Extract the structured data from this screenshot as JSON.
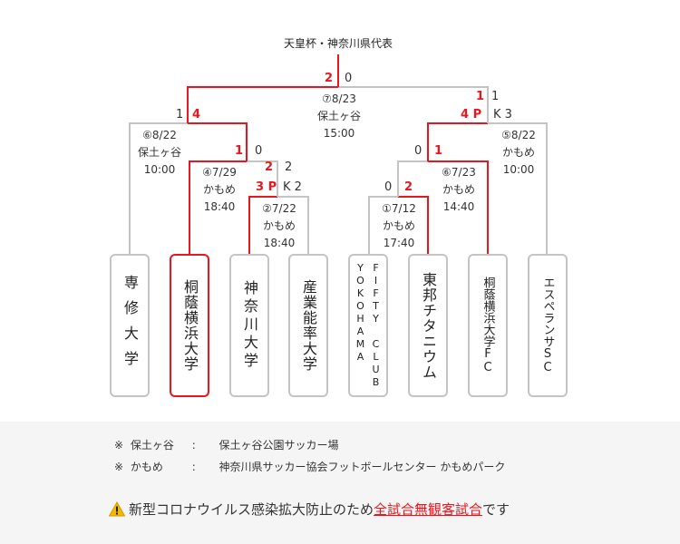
{
  "title": "天皇杯・神奈川県代表",
  "colors": {
    "win": "#e8161e",
    "line": "#c4c4c4",
    "text": "#333333"
  },
  "teams": [
    {
      "name": "専修大学",
      "champion": false
    },
    {
      "name": "桐蔭横浜大学",
      "champion": true
    },
    {
      "name": "神奈川大学",
      "champion": false
    },
    {
      "name": "産業能率大学",
      "champion": false
    },
    {
      "name": "FIFTY CLUB YOKOHAMA",
      "line1": "FIFTY CLUB",
      "line2": "YOKOHAMA",
      "champion": false
    },
    {
      "name": "東邦チタニウム",
      "champion": false
    },
    {
      "name": "桐蔭横浜大学FC",
      "champion": false
    },
    {
      "name": "エスペランサSC",
      "champion": false
    }
  ],
  "matches": {
    "m1": {
      "info": [
        "①7/12",
        "かもめ",
        "17:40"
      ],
      "score_left": "0",
      "score_right": "2"
    },
    "m2": {
      "info": [
        "②7/22",
        "かもめ",
        "18:40"
      ],
      "score_left": "2",
      "score_left_pk": "3 P",
      "score_right": "2",
      "score_right_pk": "K 2"
    },
    "m4": {
      "info": [
        "④7/29",
        "かもめ",
        "18:40"
      ],
      "score_left": "1",
      "score_right": "0"
    },
    "m5": {
      "info": [
        "⑤8/22",
        "かもめ",
        "10:00"
      ],
      "score_left": "1",
      "score_left_pk": "4 P",
      "score_right": "1",
      "score_right_pk": "K 3"
    },
    "m6": {
      "info": [
        "⑥7/23",
        "かもめ",
        "14:40"
      ],
      "score_left": "0",
      "score_right": "1"
    },
    "m6b": {
      "info": [
        "⑥8/22",
        "保土ヶ谷",
        "10:00"
      ],
      "score_left": "1",
      "score_right": "4"
    },
    "m7": {
      "info": [
        "⑦8/23",
        "保土ヶ谷",
        "15:00"
      ],
      "score_left": "2",
      "score_right": "0"
    }
  },
  "legend": [
    {
      "mark": "※",
      "abbr": "保土ヶ谷",
      "sep": ":",
      "full": "保土ヶ谷公園サッカー場"
    },
    {
      "mark": "※",
      "abbr": "かもめ",
      "sep": ":",
      "full": "神奈川県サッカー協会フットボールセンター かもめパーク"
    }
  ],
  "notice": {
    "icon": "warning-icon",
    "text_before": "新型コロナウイルス感染拡大防止のため",
    "text_highlight": "全試合無観客試合",
    "text_after": "です"
  }
}
